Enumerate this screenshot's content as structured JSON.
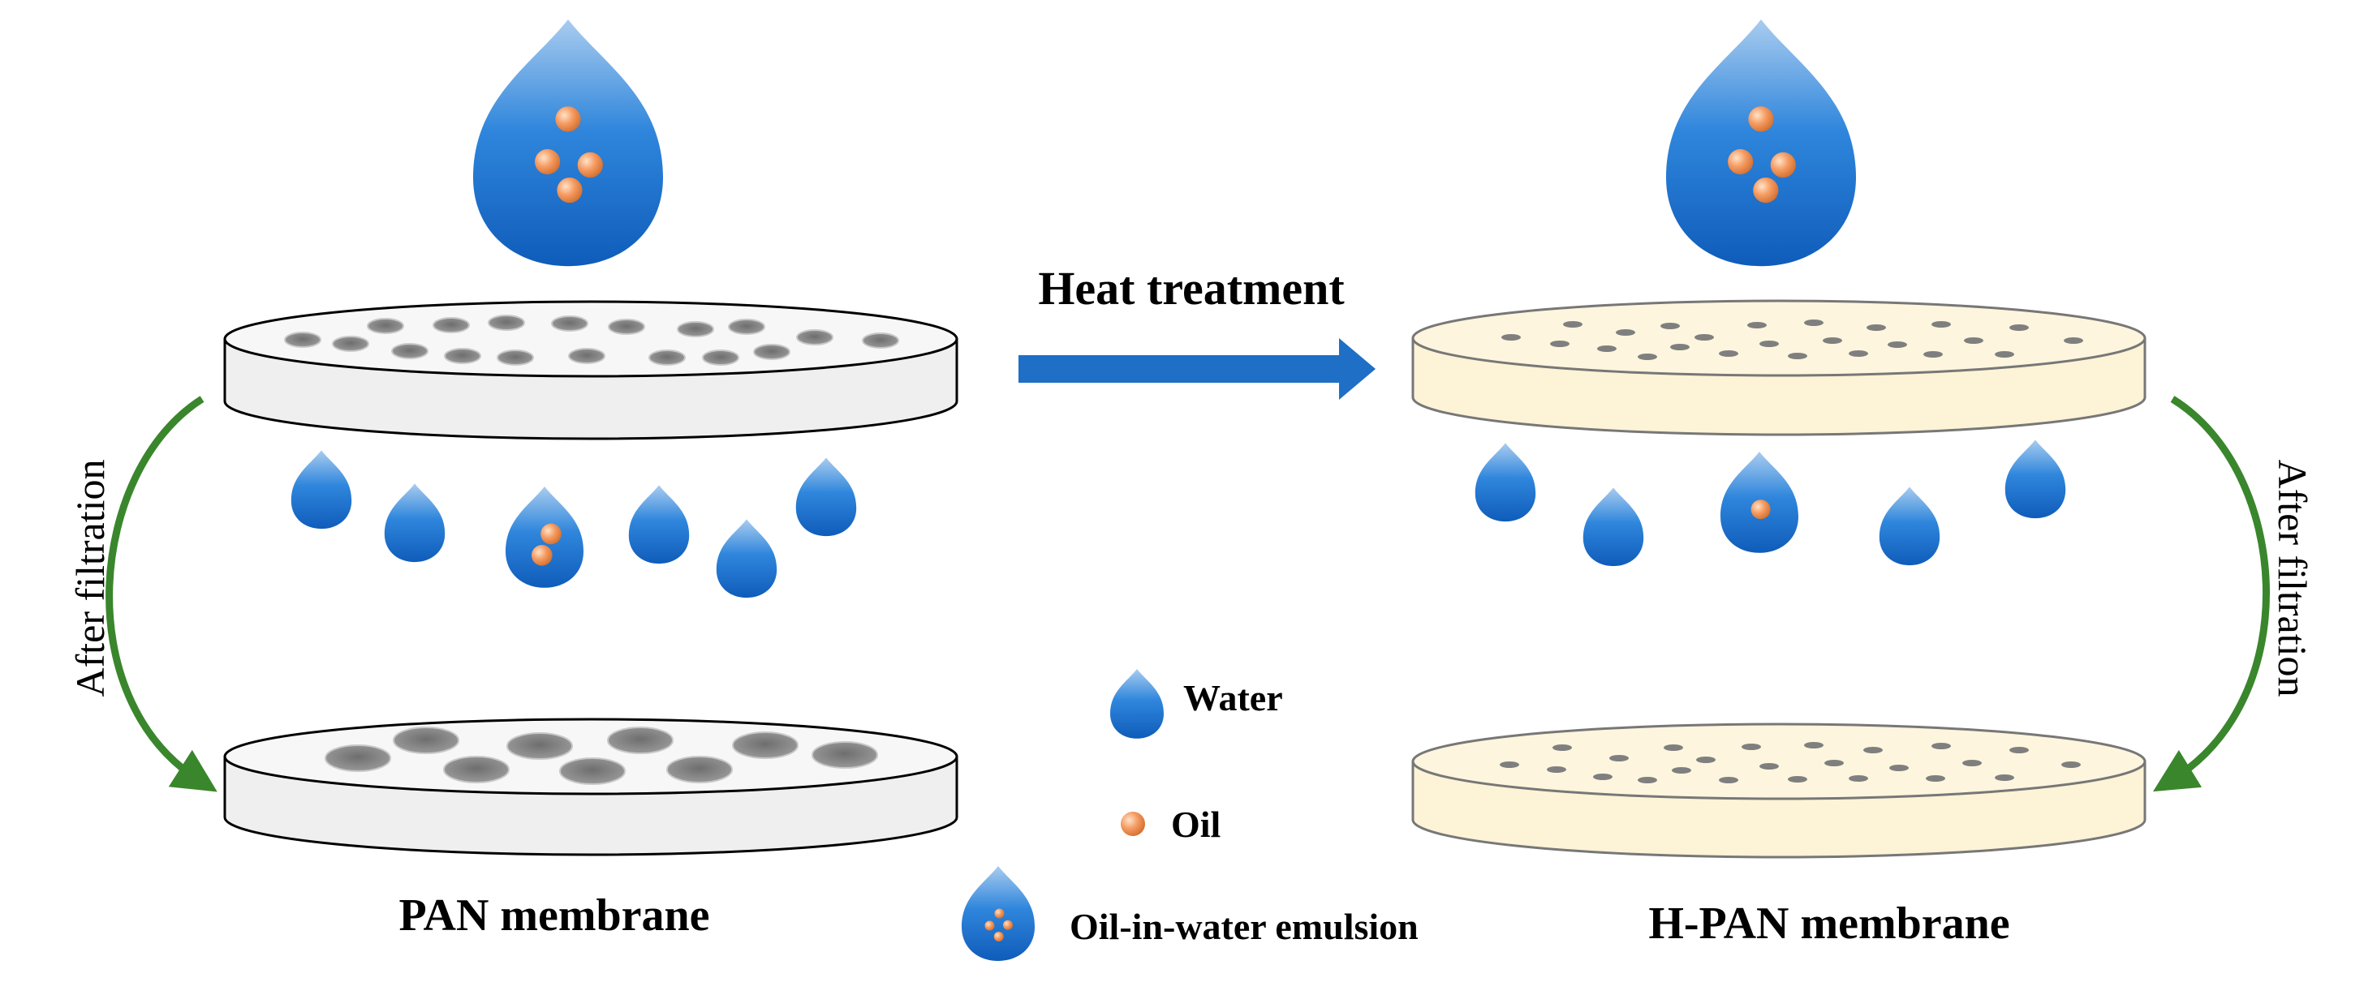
{
  "labels": {
    "heat_treatment": "Heat treatment",
    "after_filtration_left": "After filtration",
    "after_filtration_right": "After filtration",
    "pan_membrane": "PAN membrane",
    "hpan_membrane": "H-PAN membrane"
  },
  "legend": {
    "water": "Water",
    "oil": "Oil",
    "emulsion": "Oil-in-water emulsion"
  },
  "colors": {
    "pan_membrane_fill": "#efefef",
    "hpan_membrane_fill": "#fdf3d6",
    "water_drop": "#1f74d0",
    "oil_droplet": "#ec8f55",
    "process_arrow": "#1e6fc5",
    "filtration_arrow": "#3a862c",
    "pore": "#9a9a9a"
  }
}
